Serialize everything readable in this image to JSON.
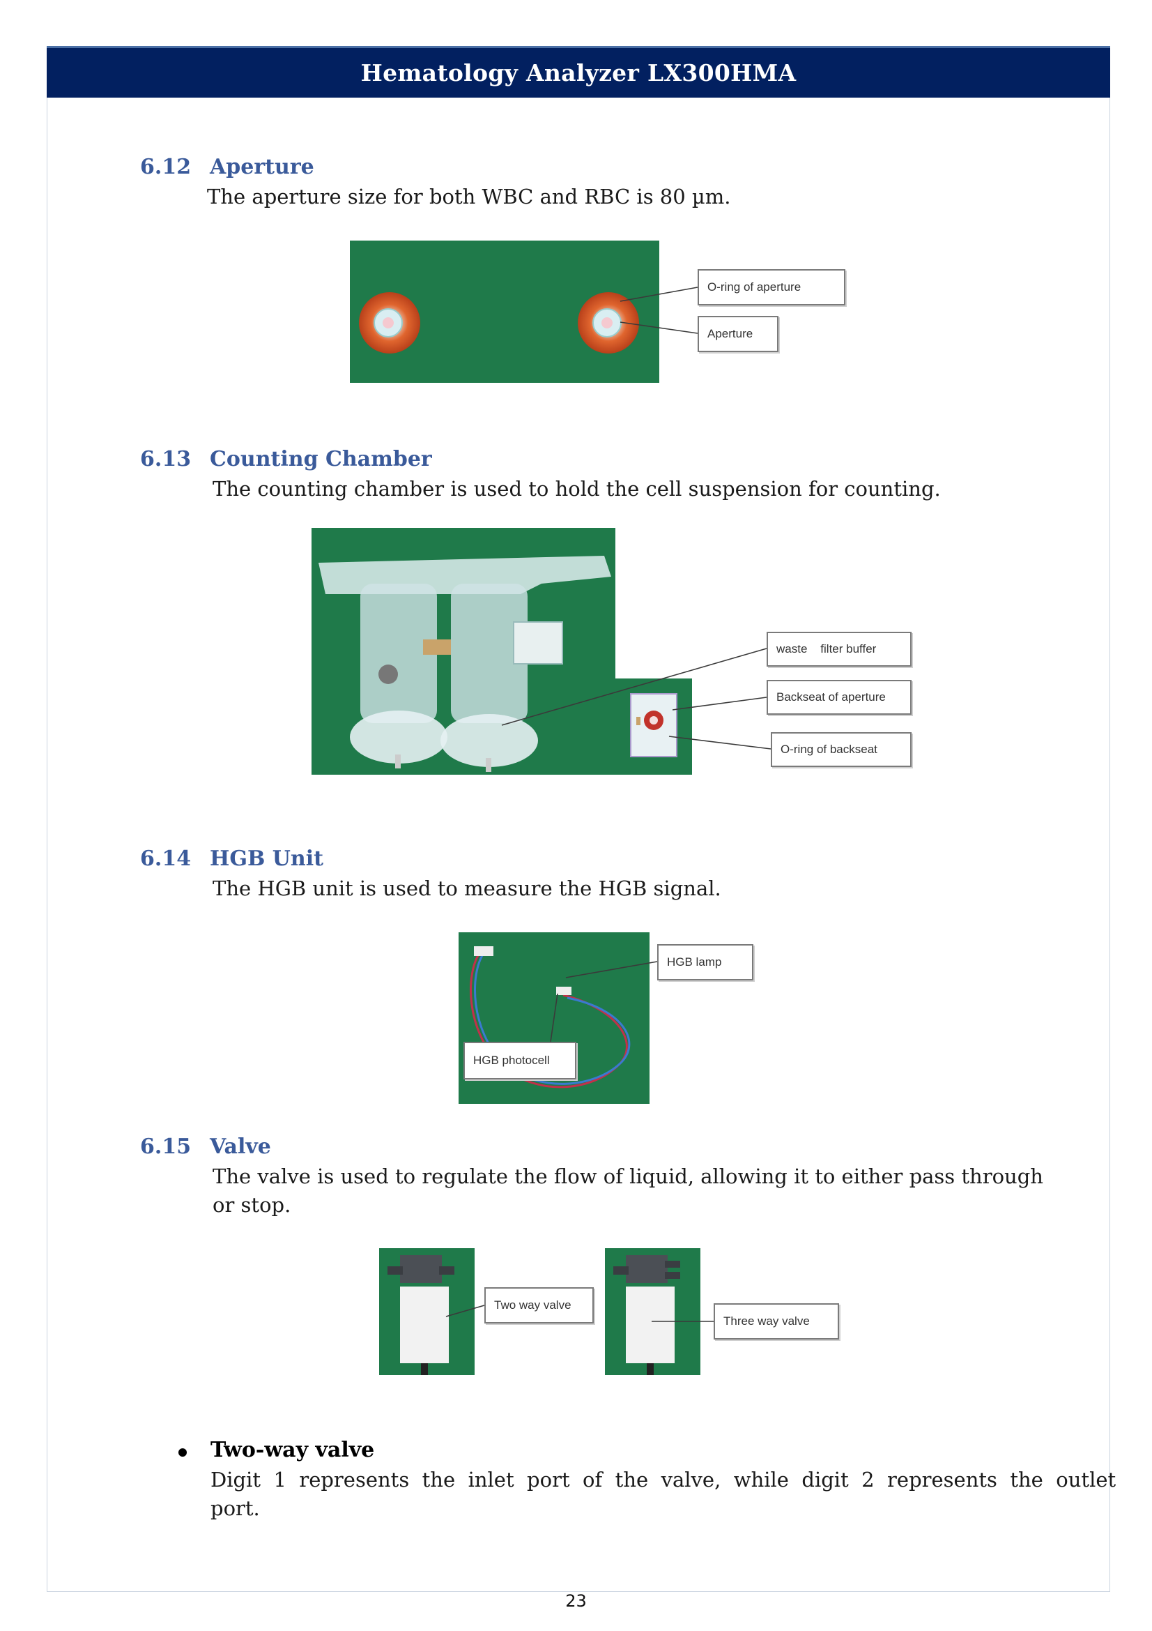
{
  "header": {
    "title": "Hematology Analyzer LX300HMA"
  },
  "sections": [
    {
      "number": "6.12",
      "title": "Aperture",
      "text": "The aperture size for both WBC and RBC is 80 µm.",
      "callouts": [
        "O-ring of aperture",
        "Aperture"
      ]
    },
    {
      "number": "6.13",
      "title": "Counting Chamber",
      "text": "The counting chamber is used to hold the cell suspension for counting.",
      "callouts": [
        "waste    filter buffer",
        "Backseat of aperture",
        "O-ring of backseat"
      ]
    },
    {
      "number": "6.14",
      "title": "HGB Unit",
      "text": "The HGB unit is used to measure the HGB signal.",
      "callouts": [
        "HGB lamp",
        "HGB photocell"
      ]
    },
    {
      "number": "6.15",
      "title": "Valve",
      "text_line1": "The valve is used to regulate the flow of liquid, allowing it to either pass through",
      "text_line2": "or stop.",
      "callouts": [
        "Two way valve",
        "Three way valve"
      ]
    }
  ],
  "bullet": {
    "title": "Two-way valve",
    "line1": "Digit  1  represents  the  inlet  port  of  the  valve,  while  digit  2  represents  the  outlet",
    "line2": "port."
  },
  "footer": {
    "page_number": "23"
  },
  "colors": {
    "banner": "#022060",
    "section_heading": "#3a5a9a",
    "photo_background": "#1f7a4a"
  }
}
